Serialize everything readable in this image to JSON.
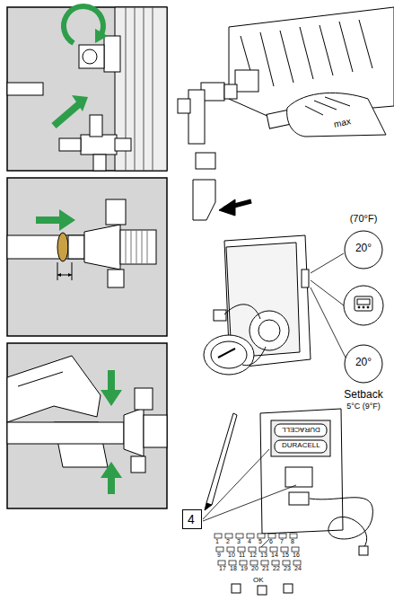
{
  "diagram": {
    "nodes": [
      {
        "text": [
          "(70°F)",
          "20°"
        ]
      },
      {
        "text": [
          "20°",
          "Setback",
          "5°C (9°F)"
        ]
      },
      {
        "text": [
          "4"
        ]
      }
    ],
    "labels": [
      "max",
      "DURACELL",
      "DURACELL",
      "1",
      "2",
      "3",
      "4",
      "5",
      "6",
      "7",
      "8",
      "9",
      "10",
      "11",
      "12",
      "13",
      "14",
      "15",
      "16",
      "17",
      "18",
      "19",
      "20",
      "21",
      "22",
      "23",
      "24",
      "OK"
    ]
  }
}
